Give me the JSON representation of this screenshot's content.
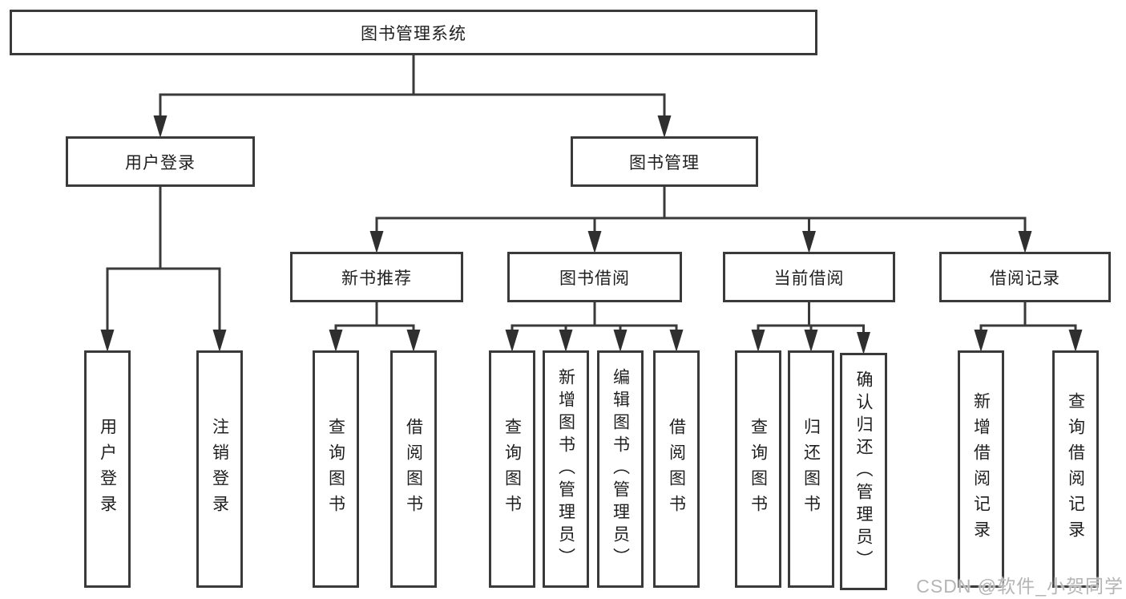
{
  "tree": {
    "label": "图书管理系统",
    "children": [
      {
        "label": "用户登录",
        "children": [
          {
            "label": "用户登录"
          },
          {
            "label": "注销登录"
          }
        ]
      },
      {
        "label": "图书管理",
        "children": [
          {
            "label": "新书推荐",
            "children": [
              {
                "label": "查询图书"
              },
              {
                "label": "借阅图书"
              }
            ]
          },
          {
            "label": "图书借阅",
            "children": [
              {
                "label": "查询图书"
              },
              {
                "label": "新增图书（管理员）"
              },
              {
                "label": "编辑图书（管理员）"
              },
              {
                "label": "借阅图书"
              }
            ]
          },
          {
            "label": "当前借阅",
            "children": [
              {
                "label": "查询图书"
              },
              {
                "label": "归还图书"
              },
              {
                "label": "确认归还（管理员）"
              }
            ]
          },
          {
            "label": "借阅记录",
            "children": [
              {
                "label": "新增借阅记录"
              },
              {
                "label": "查询借阅记录"
              }
            ]
          }
        ]
      }
    ]
  },
  "watermark": {
    "text": "CSDN @软件_小贺同学"
  },
  "colors": {
    "line": "#3a3a3a",
    "arrow": "#2f2f2f",
    "text": "#1f1f1f",
    "watermark": "#b5b5b5",
    "background": "#ffffff"
  }
}
